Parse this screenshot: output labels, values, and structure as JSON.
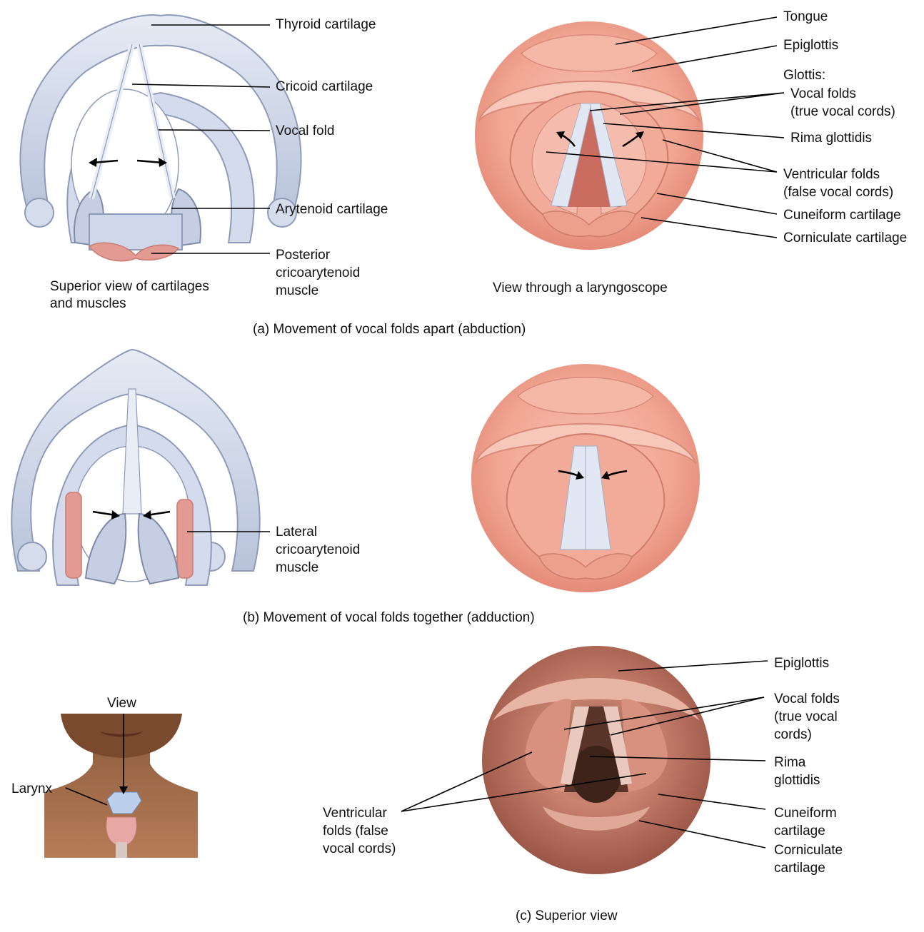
{
  "panel_a": {
    "left_labels": {
      "thyroid": "Thyroid cartilage",
      "cricoid": "Cricoid cartilage",
      "vocal_fold": "Vocal fold",
      "arytenoid": "Arytenoid cartilage",
      "posterior_1": "Posterior",
      "posterior_2": "cricoarytenoid",
      "posterior_3": "muscle"
    },
    "left_caption_1": "Superior view of cartilages",
    "left_caption_2": "and muscles",
    "right_labels": {
      "tongue": "Tongue",
      "epiglottis": "Epiglottis",
      "glottis": "Glottis:",
      "vocal_folds_1": "Vocal folds",
      "vocal_folds_2": "(true vocal cords)",
      "rima": "Rima glottidis",
      "ventricular_1": "Ventricular folds",
      "ventricular_2": "(false vocal cords)",
      "cuneiform": "Cuneiform cartilage",
      "corniculate": "Corniculate cartilage"
    },
    "right_caption": "View through a laryngoscope",
    "caption": "(a) Movement of vocal folds apart (abduction)"
  },
  "panel_b": {
    "lateral_1": "Lateral",
    "lateral_2": "cricoarytenoid",
    "lateral_3": "muscle",
    "caption": "(b) Movement of vocal folds together (adduction)"
  },
  "panel_c": {
    "view": "View",
    "larynx": "Larynx",
    "ventricular_1": "Ventricular",
    "ventricular_2": "folds (false",
    "ventricular_3": "vocal cords)",
    "epiglottis": "Epiglottis",
    "vocal_1": "Vocal folds",
    "vocal_2": "(true vocal",
    "vocal_3": "cords)",
    "rima_1": "Rima",
    "rima_2": "glottidis",
    "cuneiform_1": "Cuneiform",
    "cuneiform_2": "cartilage",
    "corniculate_1": "Corniculate",
    "corniculate_2": "cartilage",
    "caption": "(c) Superior view"
  },
  "colors": {
    "cartilage": "#c9d3e6",
    "cartilage_dark": "#9aa8c4",
    "muscle": "#e39a93",
    "mucosa": "#f2a99a",
    "mucosa_dark": "#d98474",
    "photo": "#b46e5e"
  }
}
